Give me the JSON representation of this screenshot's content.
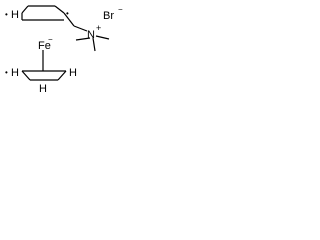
{
  "atoms": {
    "iron": "Fe",
    "bromide": "Br",
    "nitrogen": "N",
    "charge_minus": "−",
    "charge_plus": "+",
    "radical_dot": "•",
    "hydrogen": "H"
  },
  "colors": {
    "ink": "#000000",
    "background": "#ffffff"
  }
}
